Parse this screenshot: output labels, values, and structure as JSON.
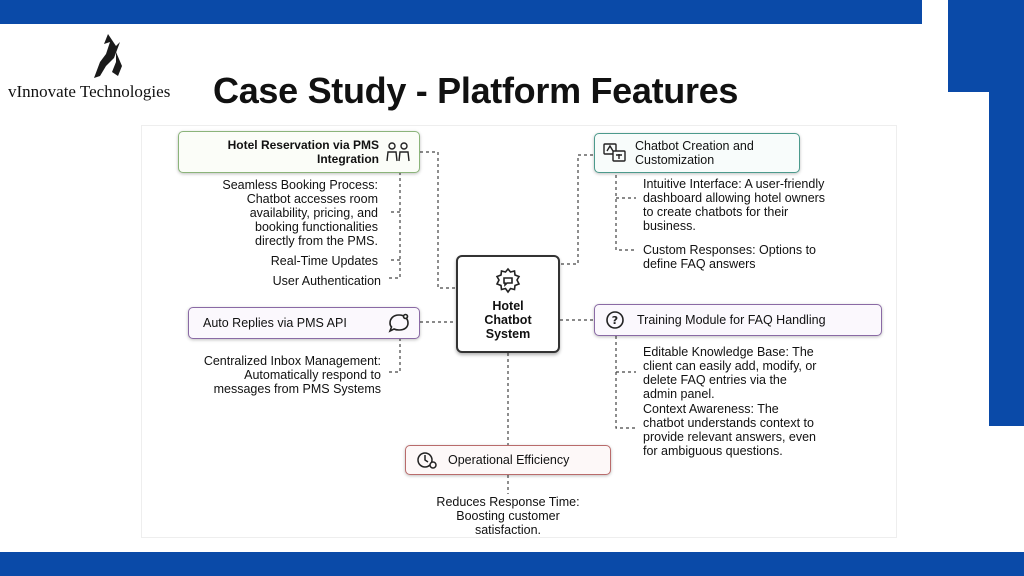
{
  "brand": {
    "logo_text": "vInnovate Technologies"
  },
  "slide": {
    "title": "Case Study - Platform Features"
  },
  "colors": {
    "bar": "#0a4aa8"
  },
  "diagram": {
    "center": {
      "lines": [
        "Hotel",
        "Chatbot",
        "System"
      ],
      "icon": "gear-chat-icon"
    },
    "nodes": {
      "reservation": {
        "label_line1": "Hotel Reservation via PMS",
        "label_line2": "Integration",
        "icon": "people-icon"
      },
      "chatbot_creation": {
        "label_line1": "Chatbot Creation and",
        "label_line2": "Customization",
        "icon": "translate-icon"
      },
      "auto_replies": {
        "label": "Auto Replies via PMS API",
        "icon": "speech-bubble-icon"
      },
      "training": {
        "label": "Training Module for FAQ Handling",
        "icon": "question-icon"
      },
      "operational": {
        "label": "Operational Efficiency",
        "icon": "clock-gear-icon"
      }
    },
    "details": {
      "seamless": [
        "Seamless Booking Process:",
        "Chatbot accesses room",
        "availability, pricing, and",
        "booking functionalities",
        "directly from the PMS."
      ],
      "realtime": [
        "Real-Time Updates"
      ],
      "auth": [
        "User Authentication"
      ],
      "intuitive": [
        "Intuitive Interface: A user-friendly",
        "dashboard allowing hotel owners",
        "to create chatbots for their",
        "business."
      ],
      "custom": [
        "Custom Responses: Options to",
        "define FAQ answers"
      ],
      "inbox": [
        "Centralized Inbox Management:",
        "Automatically respond to",
        "messages from PMS Systems"
      ],
      "editable": [
        "Editable Knowledge Base:  The",
        "client can easily add, modify, or",
        "delete FAQ entries via the",
        "admin panel."
      ],
      "context": [
        "Context Awareness: The",
        "chatbot understands context to",
        "provide relevant answers, even",
        "for ambiguous questions."
      ],
      "reduces": [
        "Reduces Response Time:",
        "Boosting customer",
        "satisfaction."
      ]
    }
  }
}
